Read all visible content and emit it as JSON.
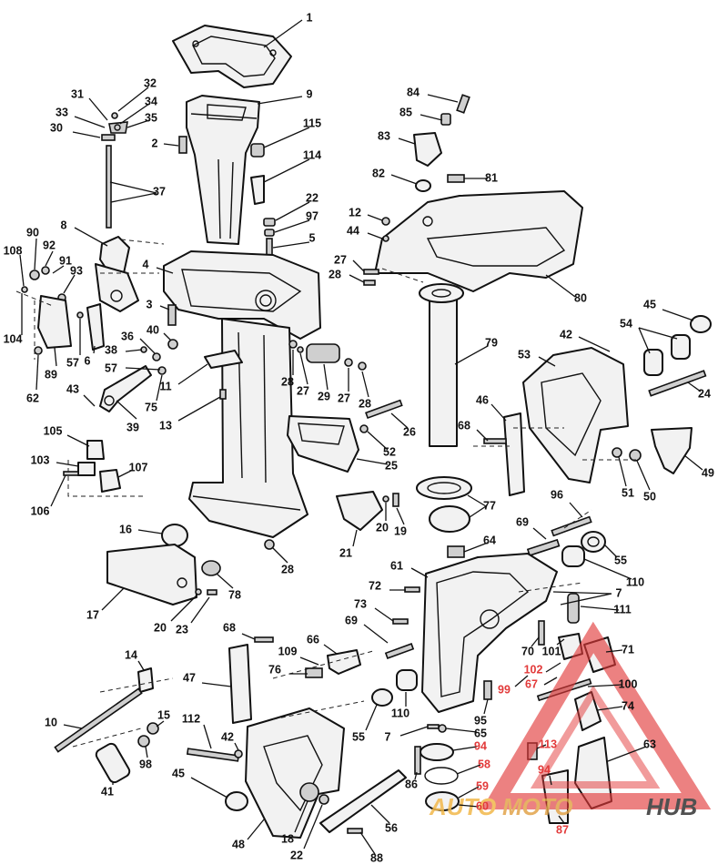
{
  "colors": {
    "ink": "#111111",
    "watermark_red": "#e23a3a",
    "watermark_gold": "#f2b84b",
    "watermark_dark": "#333333"
  },
  "watermark": {
    "part1": "AUTO",
    "part2": "MOTO",
    "part3": "HUB"
  },
  "callouts": [
    {
      "id": "c1",
      "text": "1"
    },
    {
      "id": "c9",
      "text": "9"
    },
    {
      "id": "c2",
      "text": "2"
    },
    {
      "id": "c115",
      "text": "115"
    },
    {
      "id": "c114",
      "text": "114"
    },
    {
      "id": "c22a",
      "text": "22"
    },
    {
      "id": "c97",
      "text": "97"
    },
    {
      "id": "c5",
      "text": "5"
    },
    {
      "id": "c32",
      "text": "32"
    },
    {
      "id": "c31",
      "text": "31"
    },
    {
      "id": "c34",
      "text": "34"
    },
    {
      "id": "c33",
      "text": "33"
    },
    {
      "id": "c35",
      "text": "35"
    },
    {
      "id": "c30",
      "text": "30"
    },
    {
      "id": "c37",
      "text": "37"
    },
    {
      "id": "c8",
      "text": "8"
    },
    {
      "id": "c90",
      "text": "90"
    },
    {
      "id": "c108",
      "text": "108"
    },
    {
      "id": "c92",
      "text": "92"
    },
    {
      "id": "c91",
      "text": "91"
    },
    {
      "id": "c93",
      "text": "93"
    },
    {
      "id": "c104",
      "text": "104"
    },
    {
      "id": "c4",
      "text": "4"
    },
    {
      "id": "c3",
      "text": "3"
    },
    {
      "id": "c40",
      "text": "40"
    },
    {
      "id": "c36",
      "text": "36"
    },
    {
      "id": "c38",
      "text": "38"
    },
    {
      "id": "c57a",
      "text": "57"
    },
    {
      "id": "c57b",
      "text": "57"
    },
    {
      "id": "c6",
      "text": "6"
    },
    {
      "id": "c89",
      "text": "89"
    },
    {
      "id": "c62",
      "text": "62"
    },
    {
      "id": "c11",
      "text": "11"
    },
    {
      "id": "c43",
      "text": "43"
    },
    {
      "id": "c39",
      "text": "39"
    },
    {
      "id": "c75",
      "text": "75"
    },
    {
      "id": "c13",
      "text": "13"
    },
    {
      "id": "c28a",
      "text": "28"
    },
    {
      "id": "c27a",
      "text": "27"
    },
    {
      "id": "c29",
      "text": "29"
    },
    {
      "id": "c27b",
      "text": "27"
    },
    {
      "id": "c28b",
      "text": "28"
    },
    {
      "id": "c26",
      "text": "26"
    },
    {
      "id": "c52",
      "text": "52"
    },
    {
      "id": "c25",
      "text": "25"
    },
    {
      "id": "c84",
      "text": "84"
    },
    {
      "id": "c85",
      "text": "85"
    },
    {
      "id": "c83",
      "text": "83"
    },
    {
      "id": "c82",
      "text": "82"
    },
    {
      "id": "c81",
      "text": "81"
    },
    {
      "id": "c12",
      "text": "12"
    },
    {
      "id": "c44",
      "text": "44"
    },
    {
      "id": "c27c",
      "text": "27"
    },
    {
      "id": "c28c",
      "text": "28"
    },
    {
      "id": "c80",
      "text": "80"
    },
    {
      "id": "c79",
      "text": "79"
    },
    {
      "id": "c45a",
      "text": "45"
    },
    {
      "id": "c54",
      "text": "54"
    },
    {
      "id": "c42a",
      "text": "42"
    },
    {
      "id": "c53",
      "text": "53"
    },
    {
      "id": "c24",
      "text": "24"
    },
    {
      "id": "c46",
      "text": "46"
    },
    {
      "id": "c68a",
      "text": "68"
    },
    {
      "id": "c51",
      "text": "51"
    },
    {
      "id": "c50",
      "text": "50"
    },
    {
      "id": "c49",
      "text": "49"
    },
    {
      "id": "c105",
      "text": "105"
    },
    {
      "id": "c103",
      "text": "103"
    },
    {
      "id": "c107",
      "text": "107"
    },
    {
      "id": "c106",
      "text": "106"
    },
    {
      "id": "c16",
      "text": "16"
    },
    {
      "id": "c17",
      "text": "17"
    },
    {
      "id": "c78",
      "text": "78"
    },
    {
      "id": "c20a",
      "text": "20"
    },
    {
      "id": "c23",
      "text": "23"
    },
    {
      "id": "c28d",
      "text": "28"
    },
    {
      "id": "c21",
      "text": "21"
    },
    {
      "id": "c20b",
      "text": "20"
    },
    {
      "id": "c19",
      "text": "19"
    },
    {
      "id": "c77",
      "text": "77"
    },
    {
      "id": "c64",
      "text": "64"
    },
    {
      "id": "c96",
      "text": "96"
    },
    {
      "id": "c69a",
      "text": "69"
    },
    {
      "id": "c55a",
      "text": "55"
    },
    {
      "id": "c61",
      "text": "61"
    },
    {
      "id": "c110a",
      "text": "110"
    },
    {
      "id": "c7a",
      "text": "7"
    },
    {
      "id": "c72",
      "text": "72"
    },
    {
      "id": "c73",
      "text": "73"
    },
    {
      "id": "c111",
      "text": "111"
    },
    {
      "id": "c69b",
      "text": "69"
    },
    {
      "id": "c68b",
      "text": "68"
    },
    {
      "id": "c66",
      "text": "66"
    },
    {
      "id": "c109",
      "text": "109"
    },
    {
      "id": "c76",
      "text": "76"
    },
    {
      "id": "c47",
      "text": "47"
    },
    {
      "id": "c14",
      "text": "14"
    },
    {
      "id": "c70",
      "text": "70"
    },
    {
      "id": "c101",
      "text": "101"
    },
    {
      "id": "c71",
      "text": "71"
    },
    {
      "id": "c102",
      "text": "102"
    },
    {
      "id": "c67",
      "text": "67"
    },
    {
      "id": "c100",
      "text": "100"
    },
    {
      "id": "c99",
      "text": "99"
    },
    {
      "id": "c74",
      "text": "74"
    },
    {
      "id": "c110b",
      "text": "110"
    },
    {
      "id": "c95",
      "text": "95"
    },
    {
      "id": "c55b",
      "text": "55"
    },
    {
      "id": "c7b",
      "text": "7"
    },
    {
      "id": "c65",
      "text": "65"
    },
    {
      "id": "c10",
      "text": "10"
    },
    {
      "id": "c15",
      "text": "15"
    },
    {
      "id": "c112",
      "text": "112"
    },
    {
      "id": "c98",
      "text": "98"
    },
    {
      "id": "c42b",
      "text": "42"
    },
    {
      "id": "c41",
      "text": "41"
    },
    {
      "id": "c45b",
      "text": "45"
    },
    {
      "id": "c113",
      "text": "113"
    },
    {
      "id": "c63",
      "text": "63"
    },
    {
      "id": "c94a",
      "text": "94"
    },
    {
      "id": "c58",
      "text": "58"
    },
    {
      "id": "c86",
      "text": "86"
    },
    {
      "id": "c59",
      "text": "59"
    },
    {
      "id": "c60",
      "text": "60"
    },
    {
      "id": "c94b",
      "text": "94"
    },
    {
      "id": "c87",
      "text": "87"
    },
    {
      "id": "c48",
      "text": "48"
    },
    {
      "id": "c18",
      "text": "18"
    },
    {
      "id": "c22b",
      "text": "22"
    },
    {
      "id": "c56",
      "text": "56"
    },
    {
      "id": "c88",
      "text": "88"
    }
  ]
}
